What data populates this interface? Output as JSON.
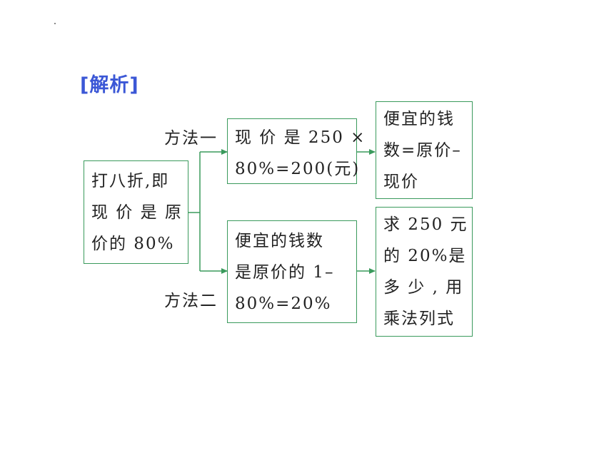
{
  "heading": "[解析]",
  "premise": {
    "lines": [
      "打八折,即",
      "现 价 是 原",
      "价的 80%"
    ]
  },
  "method1": {
    "label": "方法一",
    "step": {
      "lines": [
        "现 价 是 250 ×",
        "80%=200(元)"
      ]
    },
    "result": {
      "lines": [
        "便宜的钱",
        "数=原价–",
        "现价"
      ]
    }
  },
  "method2": {
    "label": "方法二",
    "step": {
      "lines": [
        "便宜的钱数",
        "是原价的 1–",
        "80%=20%"
      ]
    },
    "result": {
      "lines": [
        "求 250 元",
        "的 20%是",
        "多 少 , 用",
        "乘法列式"
      ]
    }
  },
  "colors": {
    "border": "#3a9a5c",
    "heading": "#3b57d6"
  }
}
